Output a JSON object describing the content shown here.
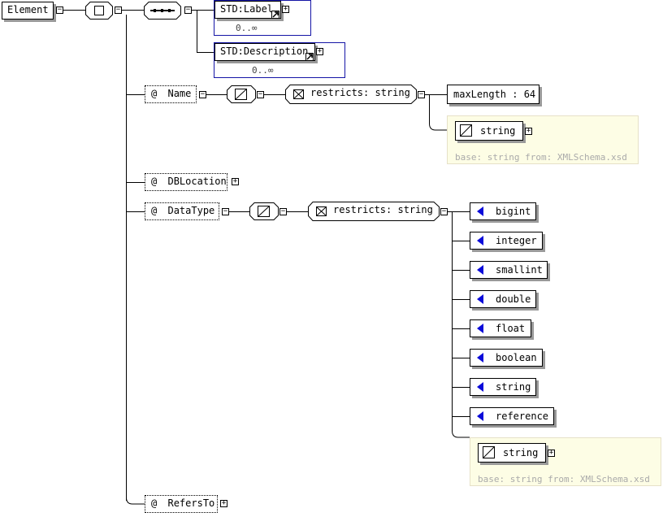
{
  "root": {
    "label": "Element"
  },
  "std_label": {
    "name": "STD:Label",
    "occurrence": "0..∞"
  },
  "std_description": {
    "name": "STD:Description",
    "occurrence": "0..∞"
  },
  "attributes": {
    "name": {
      "at": "@",
      "label": "Name",
      "restricts": "restricts: string",
      "facet": "maxLength : 64",
      "simple_type": "string",
      "base": "base: string from: XMLSchema.xsd"
    },
    "dblocation": {
      "at": "@",
      "label": "DBLocation"
    },
    "datatype": {
      "at": "@",
      "label": "DataType",
      "restricts": "restricts: string",
      "enums": [
        "bigint",
        "integer",
        "smallint",
        "double",
        "float",
        "boolean",
        "string",
        "reference"
      ],
      "simple_type": "string",
      "base": "base: string from: XMLSchema.xsd"
    },
    "refersto": {
      "at": "@",
      "label": "RefersTo"
    }
  },
  "toggles": {
    "minus": "−",
    "plus": "+"
  },
  "colors": {
    "reference_border": "#1515a6",
    "enum_arrow": "#0a0ad9",
    "facet_bg": "#fdfde5",
    "facet_text": "#aaaaaa"
  }
}
